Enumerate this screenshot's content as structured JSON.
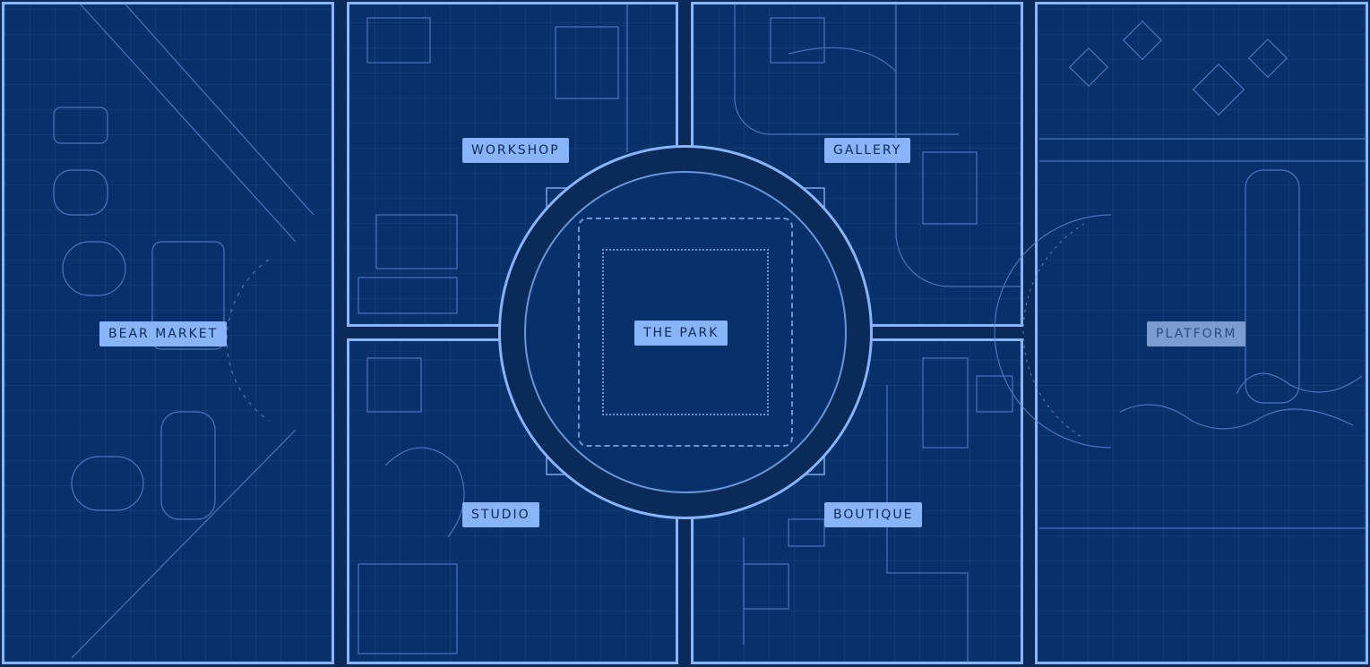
{
  "map": {
    "districts": {
      "bear_market": "BEAR MARKET",
      "workshop": "WORKSHOP",
      "gallery": "GALLERY",
      "the_park": "THE PARK",
      "studio": "STUDIO",
      "boutique": "BOUTIQUE",
      "platform": "PLATFORM"
    }
  },
  "colors": {
    "background": "#0a2a5a",
    "line": "#8ab4f8",
    "label_bg": "#8ab4f8",
    "label_text": "#0a2a5a"
  }
}
